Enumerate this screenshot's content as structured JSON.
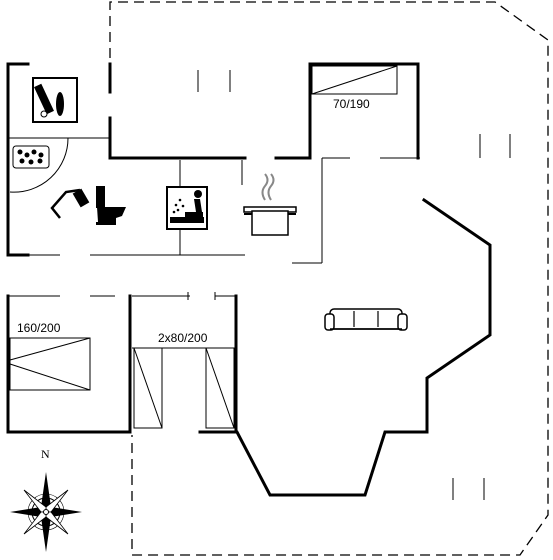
{
  "labels": {
    "bed_small": "70/190",
    "bed_double": "160/200",
    "bed_twin": "2x80/200",
    "north": "N"
  },
  "icons": [
    "washer-icon",
    "hot-tub-icon",
    "shower-icon",
    "toilet-icon",
    "sauna-icon",
    "cooking-pot-icon",
    "sofa-icon",
    "compass-rose-icon"
  ]
}
